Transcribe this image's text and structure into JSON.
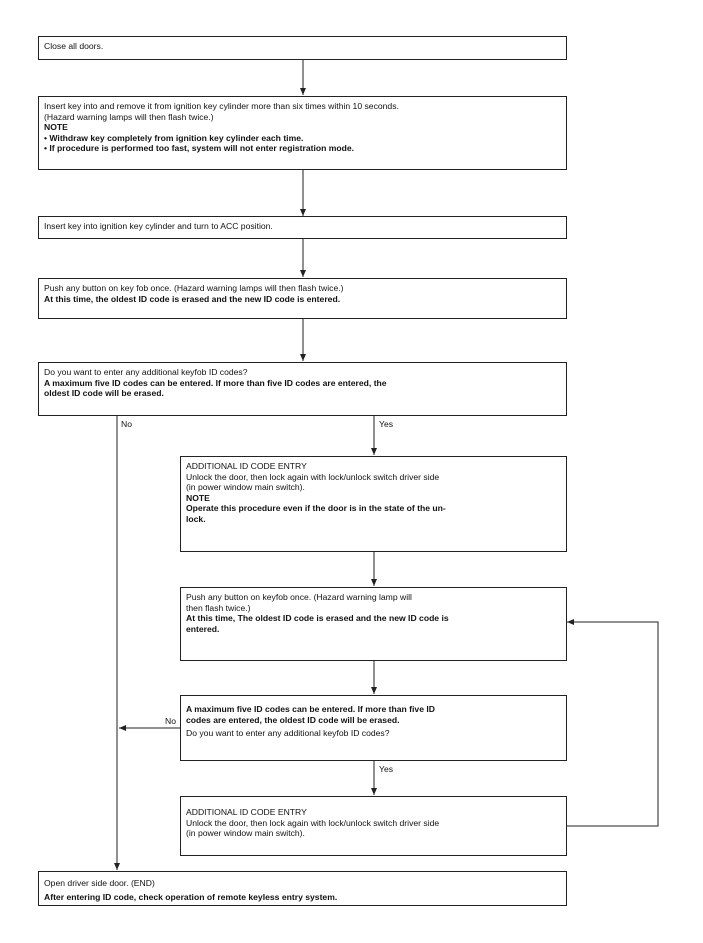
{
  "boxes": {
    "close_doors": {
      "lines": [
        "Close all doors."
      ]
    },
    "insert_remove_key": {
      "lines": [
        "Insert key into and remove it from ignition key cylinder more than six times within 10 seconds.",
        "(Hazard warning lamps will then flash twice.)"
      ],
      "note_heading": "NOTE",
      "note_lines": [
        "• Withdraw key completely from ignition key cylinder each time.",
        "• If procedure is performed too fast, system will not enter registration mode."
      ]
    },
    "insert_key_acc": {
      "lines": [
        "Insert key into ignition key cylinder and turn to ACC position."
      ]
    },
    "push_button_first": {
      "line": "Push any button on key fob once. (Hazard warning lamps will then flash twice.)",
      "bold_line": "At this time, the oldest ID code is erased and the new ID code is entered."
    },
    "question_first": {
      "line": "Do you want to enter any additional keyfob ID codes?",
      "bold_lines": [
        "A  maximum five ID codes can be entered. If more than five ID codes are entered, the",
        "oldest ID code will be erased."
      ]
    },
    "additional_entry_1": {
      "title": "ADDITIONAL ID CODE ENTRY",
      "lines": [
        "Unlock the door, then lock again with lock/unlock switch driver side",
        "(in power window main switch)."
      ],
      "note_heading": "NOTE",
      "note_lines": [
        "Operate this procedure even if the door is in the state of the un-",
        "lock."
      ]
    },
    "push_button_second": {
      "lines": [
        "Push any button on keyfob once. (Hazard warning lamp will",
        "then flash twice.)"
      ],
      "bold_lines": [
        "At this time, The oldest ID code is erased and the new ID code is",
        "entered."
      ]
    },
    "question_second": {
      "bold_lines": [
        "A  maximum five ID codes can be entered. If more than five ID",
        "codes are entered, the oldest ID code will be erased."
      ],
      "line": "Do you want to enter any additional keyfob ID codes?"
    },
    "additional_entry_2": {
      "title": "ADDITIONAL ID CODE ENTRY",
      "lines": [
        "Unlock the door, then lock again with lock/unlock switch driver side",
        "(in power window main switch)."
      ]
    },
    "open_door_end": {
      "line": "Open driver side door. (END)",
      "bold_line": "After entering ID code, check operation of remote keyless entry system."
    }
  },
  "labels": {
    "no_first": "No",
    "yes_first": "Yes",
    "no_second": "No",
    "yes_second": "Yes"
  }
}
